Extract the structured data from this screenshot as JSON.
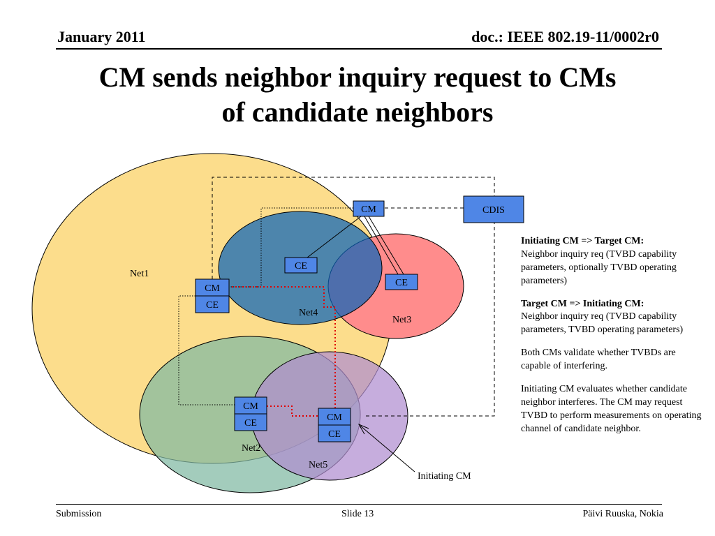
{
  "header": {
    "date": "January 2011",
    "doc": "doc.: IEEE 802.19-11/0002r0"
  },
  "title": {
    "line1": "CM sends neighbor inquiry request to CMs",
    "line2": "of candidate neighbors"
  },
  "diagram": {
    "nets": [
      {
        "id": "net1",
        "label": "Net1",
        "color": "#FCDD8C"
      },
      {
        "id": "net2",
        "label": "Net2",
        "color": "#7FB8A2"
      },
      {
        "id": "net3",
        "label": "Net3",
        "color": "#FF8C8C"
      },
      {
        "id": "net4",
        "label": "Net4",
        "color": "#0A62B8"
      },
      {
        "id": "net5",
        "label": "Net5",
        "color": "#B08ED0"
      }
    ],
    "boxes": {
      "cm_top": "CM",
      "cdis": "CDIS",
      "ce_net4": "CE",
      "ce_net3": "CE",
      "cm_net1": "CM",
      "ce_net1": "CE",
      "cm_net2": "CM",
      "ce_net2": "CE",
      "cm_net5": "CM",
      "ce_net5": "CE"
    },
    "initiating_label": "Initiating CM",
    "colors": {
      "box_fill": "#4F86E6",
      "request_path": "#E00000"
    }
  },
  "notes": {
    "p1_heading": "Initiating CM => Target CM:",
    "p1_body": "Neighbor inquiry req (TVBD capability parameters, optionally TVBD operating parameters)",
    "p2_heading": "Target CM => Initiating CM:",
    "p2_body": "Neighbor inquiry req (TVBD capability parameters, TVBD operating parameters)",
    "p3": "Both CMs validate whether TVBDs are capable of interfering.",
    "p4": "Initiating CM evaluates whether candidate neighbor interferes. The CM may request TVBD to perform measurements  on operating channel of candidate neighbor."
  },
  "footer": {
    "left": "Submission",
    "center": "Slide 13",
    "right": "Päivi Ruuska, Nokia"
  }
}
